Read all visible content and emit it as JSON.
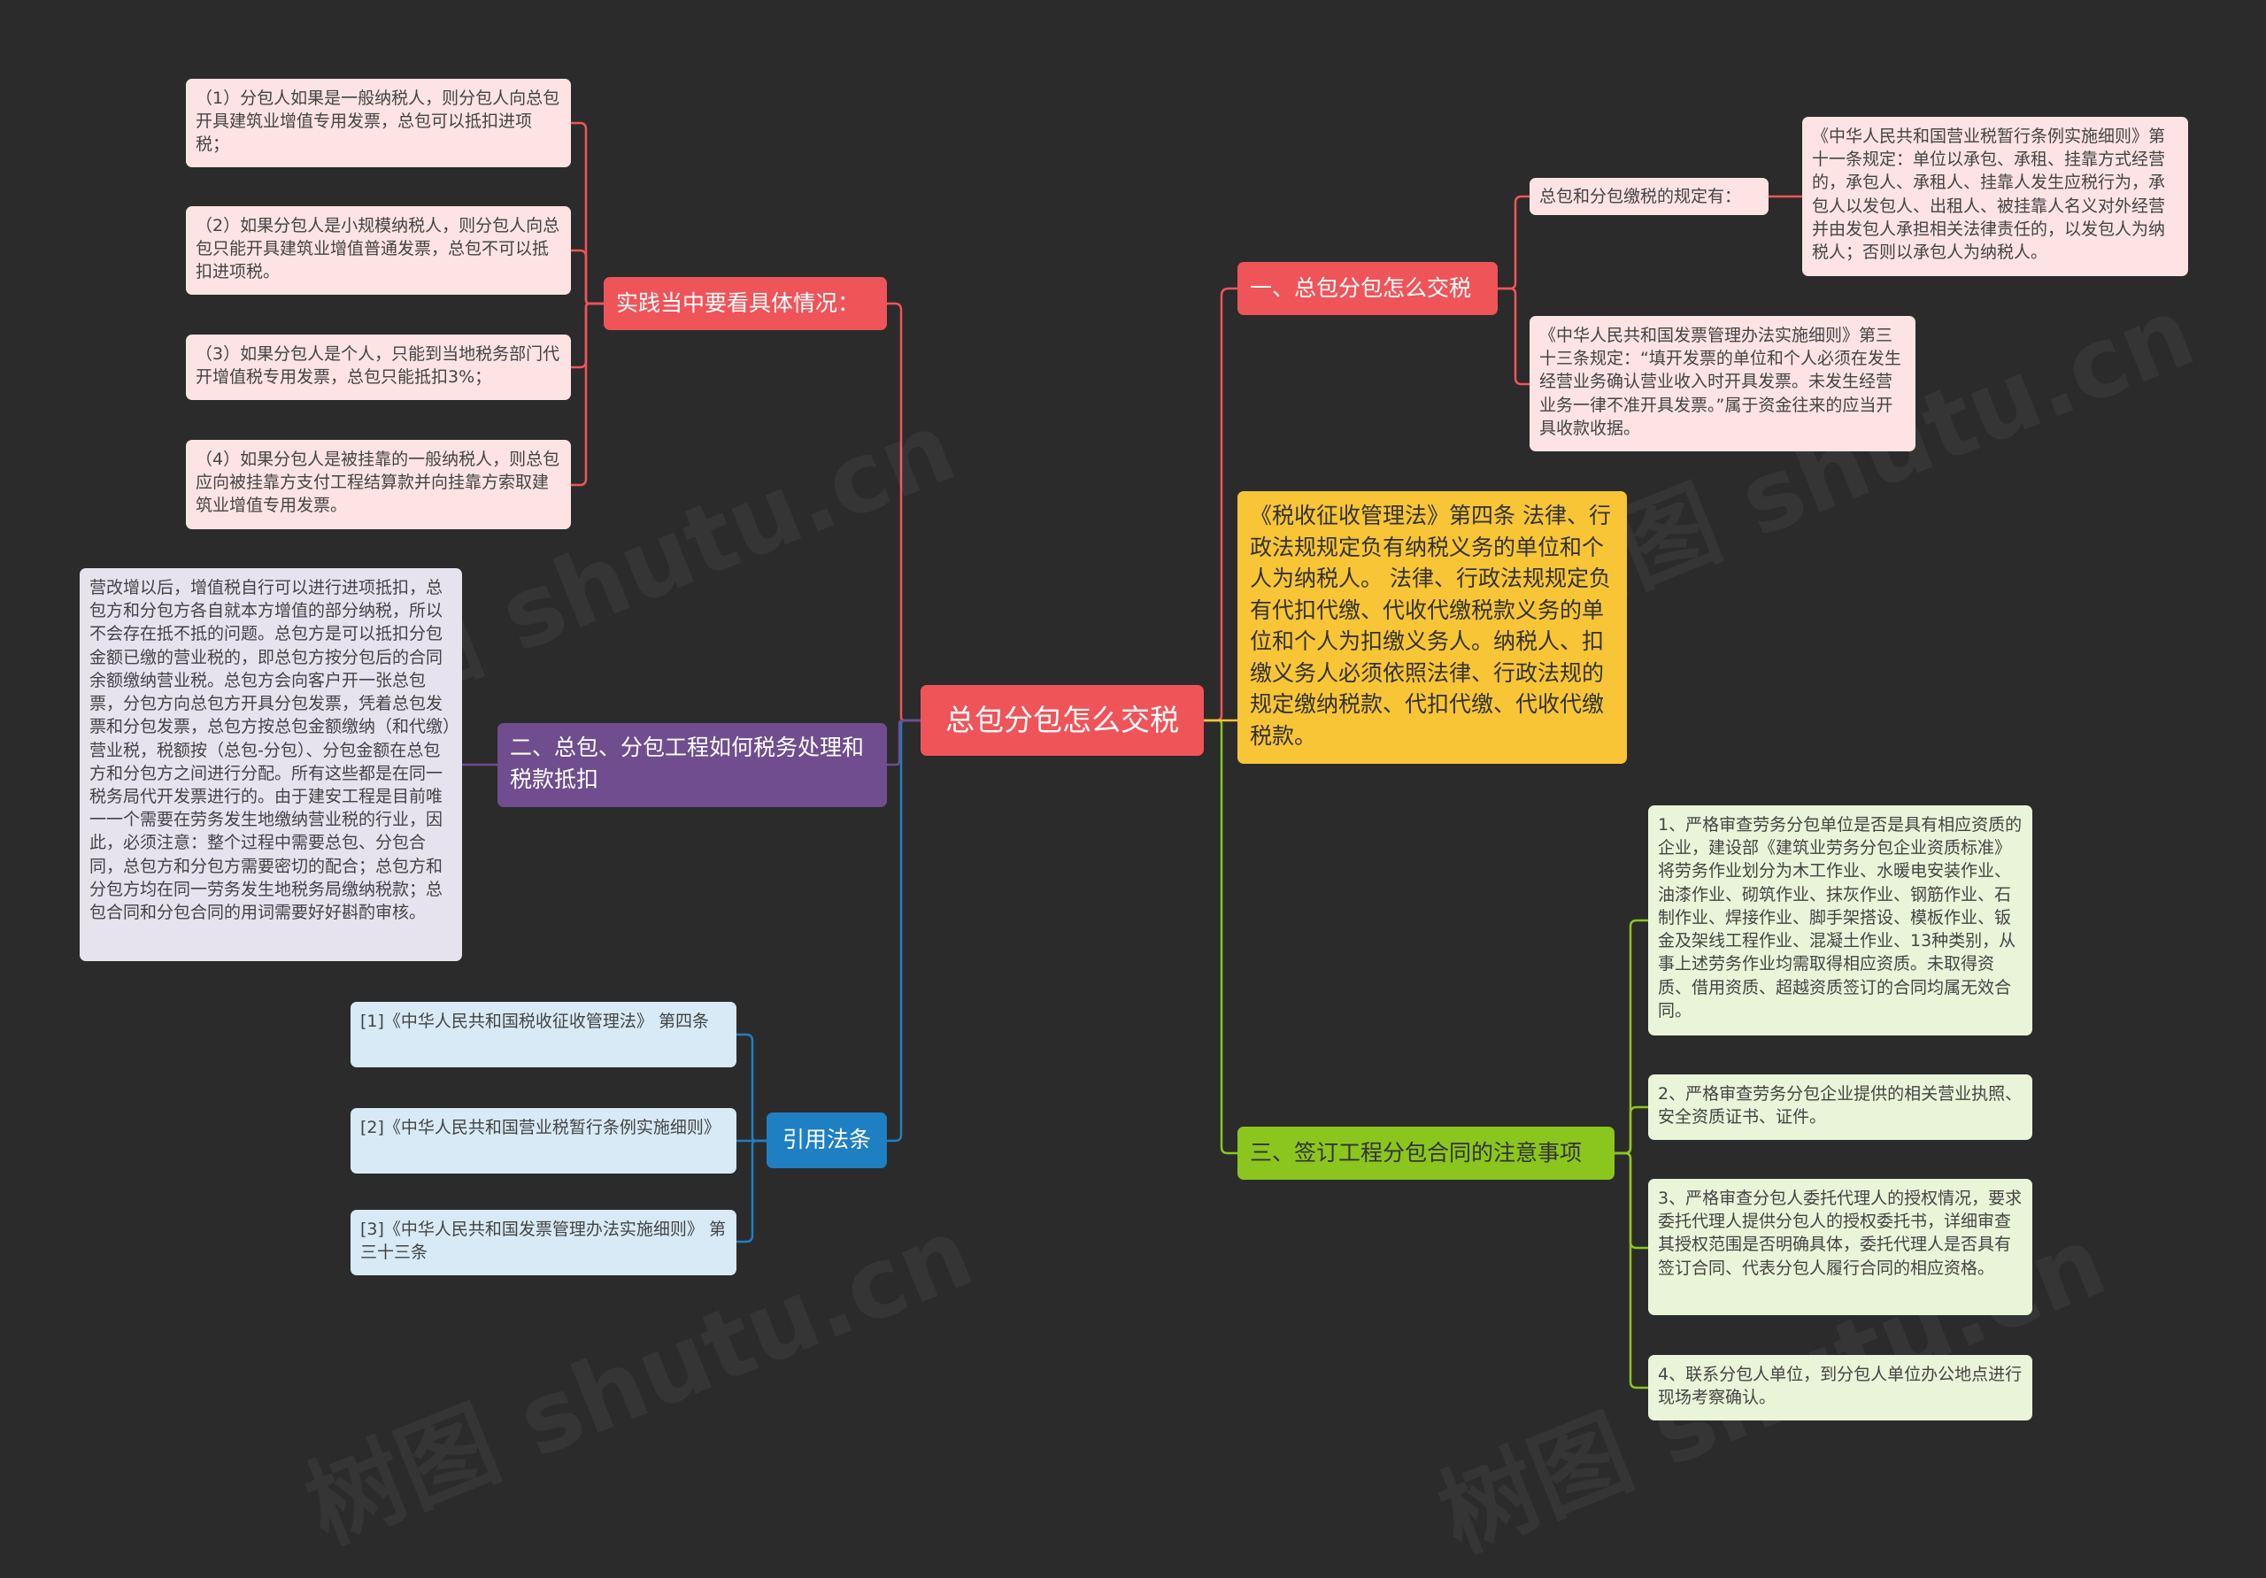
{
  "root": {
    "label": "总包分包怎么交税"
  },
  "colors": {
    "background": "#2b2b2b",
    "red": "#ef5459",
    "purple": "#6f4d8e",
    "blue": "#1f7fc3",
    "yellow": "#f8c537",
    "green": "#8bc61e",
    "pink_leaf": "#fde3e3",
    "lavender_leaf": "#e6e2ee",
    "blue_leaf": "#d7eaf6",
    "green_leaf": "#eaf4d8"
  },
  "left": {
    "practice": {
      "label": "实践当中要看具体情况：",
      "items": [
        "（1）分包人如果是一般纳税人，则分包人向总包开具建筑业增值专用发票，总包可以抵扣进项税；",
        "（2）如果分包人是小规模纳税人，则分包人向总包只能开具建筑业增值普通发票，总包不可以抵扣进项税。",
        "（3）如果分包人是个人，只能到当地税务部门代开增值税专用发票，总包只能抵扣3%；",
        "（4）如果分包人是被挂靠的一般纳税人，则总包应向被挂靠方支付工程结算款并向挂靠方索取建筑业增值专用发票。"
      ]
    },
    "section2": {
      "label": "二、总包、分包工程如何税务处理和税款抵扣",
      "detail": "营改增以后，增值税自行可以进行进项抵扣，总包方和分包方各自就本方增值的部分纳税，所以不会存在抵不抵的问题。总包方是可以抵扣分包金额已缴的营业税的，即总包方按分包后的合同余额缴纳营业税。总包方会向客户开一张总包票，分包方向总包方开具分包发票，凭着总包发票和分包发票，总包方按总包金额缴纳（和代缴）营业税，税额按（总包-分包）、分包金额在总包方和分包方之间进行分配。所有这些都是在同一税务局代开发票进行的。由于建安工程是目前唯一一个需要在劳务发生地缴纳营业税的行业，因此，必须注意：整个过程中需要总包、分包合同，总包方和分包方需要密切的配合；总包方和分包方均在同一劳务发生地税务局缴纳税款；总包合同和分包合同的用词需要好好斟酌审核。"
    },
    "citations": {
      "label": "引用法条",
      "items": [
        "[1]《中华人民共和国税收征收管理法》 第四条",
        "[2]《中华人民共和国营业税暂行条例实施细则》",
        "[3]《中华人民共和国发票管理办法实施细则》 第三十三条"
      ]
    }
  },
  "right": {
    "section1": {
      "label": "一、总包分包怎么交税",
      "sub_label": "总包和分包缴税的规定有：",
      "sub_detail": "《中华人民共和国营业税暂行条例实施细则》第十一条规定：单位以承包、承租、挂靠方式经营的，承包人、承租人、挂靠人发生应税行为，承包人以发包人、出租人、被挂靠人名义对外经营并由发包人承担相关法律责任的，以发包人为纳税人；否则以承包人为纳税人。",
      "invoice_note": "《中华人民共和国发票管理办法实施细则》第三十三条规定：“填开发票的单位和个人必须在发生经营业务确认营业收入时开具发票。未发生经营业务一律不准开具发票。”属于资金往来的应当开具收款收据。"
    },
    "law_note": "《税收征收管理法》第四条 法律、行政法规规定负有纳税义务的单位和个人为纳税人。 法律、行政法规规定负有代扣代缴、代收代缴税款义务的单位和个人为扣缴义务人。纳税人、扣缴义务人必须依照法律、行政法规的规定缴纳税款、代扣代缴、代收代缴税款。",
    "section3": {
      "label": "三、签订工程分包合同的注意事项",
      "items": [
        "1、严格审查劳务分包单位是否是具有相应资质的企业，建设部《建筑业劳务分包企业资质标准》将劳务作业划分为木工作业、水暖电安装作业、油漆作业、砌筑作业、抹灰作业、钢筋作业、石制作业、焊接作业、脚手架搭设、模板作业、钣金及架线工程作业、混凝土作业、13种类别，从事上述劳务作业均需取得相应资质。未取得资质、借用资质、超越资质签订的合同均属无效合同。",
        "2、严格审查劳务分包企业提供的相关营业执照、安全资质证书、证件。",
        "3、严格审查分包人委托代理人的授权情况，要求委托代理人提供分包人的授权委托书，详细审查其授权范围是否明确具体，委托代理人是否具有签订合同、代表分包人履行合同的相应资格。",
        "4、联系分包人单位，到分包人单位办公地点进行现场考察确认。"
      ]
    }
  }
}
